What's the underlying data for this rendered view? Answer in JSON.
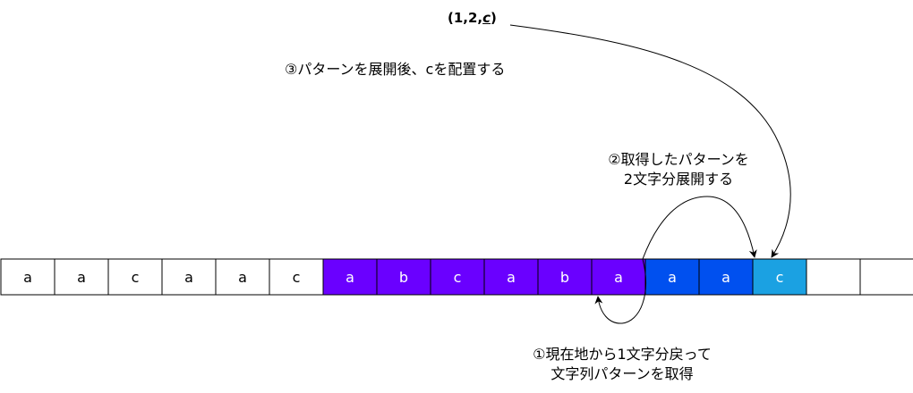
{
  "triple": {
    "prefix": "(1,2,",
    "char": "c",
    "suffix": ")"
  },
  "step3": "③パターンを展開後、cを配置する",
  "step2": [
    "②取得したパターンを",
    "2文字分展開する"
  ],
  "step1": [
    "①現在地から1文字分戻って",
    "文字列パターンを取得"
  ],
  "cells": [
    {
      "text": "a",
      "fill": "#ffffff",
      "color": "#000000"
    },
    {
      "text": "a",
      "fill": "#ffffff",
      "color": "#000000"
    },
    {
      "text": "c",
      "fill": "#ffffff",
      "color": "#000000"
    },
    {
      "text": "a",
      "fill": "#ffffff",
      "color": "#000000"
    },
    {
      "text": "a",
      "fill": "#ffffff",
      "color": "#000000"
    },
    {
      "text": "c",
      "fill": "#ffffff",
      "color": "#000000"
    },
    {
      "text": "a",
      "fill": "#6a00ff",
      "color": "#ffffff"
    },
    {
      "text": "b",
      "fill": "#6a00ff",
      "color": "#ffffff"
    },
    {
      "text": "c",
      "fill": "#6a00ff",
      "color": "#ffffff"
    },
    {
      "text": "a",
      "fill": "#6a00ff",
      "color": "#ffffff"
    },
    {
      "text": "b",
      "fill": "#6a00ff",
      "color": "#ffffff"
    },
    {
      "text": "a",
      "fill": "#6a00ff",
      "color": "#ffffff"
    },
    {
      "text": "a",
      "fill": "#0050ef",
      "color": "#ffffff"
    },
    {
      "text": "a",
      "fill": "#0050ef",
      "color": "#ffffff"
    },
    {
      "text": "c",
      "fill": "#1ba1e2",
      "color": "#ffffff"
    },
    {
      "text": "",
      "fill": "#ffffff",
      "color": "#000000"
    },
    {
      "text": "",
      "fill": "#ffffff",
      "color": "#000000"
    }
  ],
  "colors": {
    "stroke": "#000000",
    "cell_border": "#000000"
  }
}
